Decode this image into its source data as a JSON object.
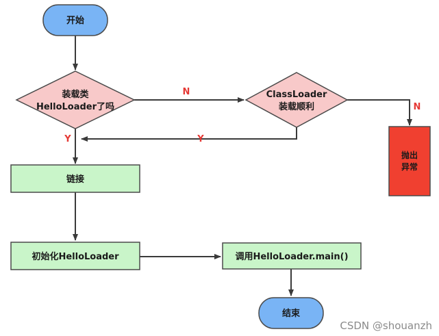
{
  "nodes": {
    "start": "开始",
    "decision_loaded": [
      "装载类",
      "HelloLoader了吗"
    ],
    "decision_classloader": [
      "ClassLoader",
      "装载顺利"
    ],
    "throw_exception": [
      "抛出",
      "异常"
    ],
    "link": "链接",
    "init": "初始化HelloLoader",
    "call_main": "调用HelloLoader.main()",
    "end": "结束"
  },
  "edges": {
    "no_1": "N",
    "no_2": "N",
    "yes_1": "Y",
    "yes_2": "Y"
  },
  "colors": {
    "terminal_fill": "#79b4f5",
    "decision_fill": "#f8c9c9",
    "process_fill": "#c9f5c9",
    "exception_fill": "#f04030",
    "edge_label": "#e53935"
  },
  "watermark": "CSDN @shouanzh"
}
